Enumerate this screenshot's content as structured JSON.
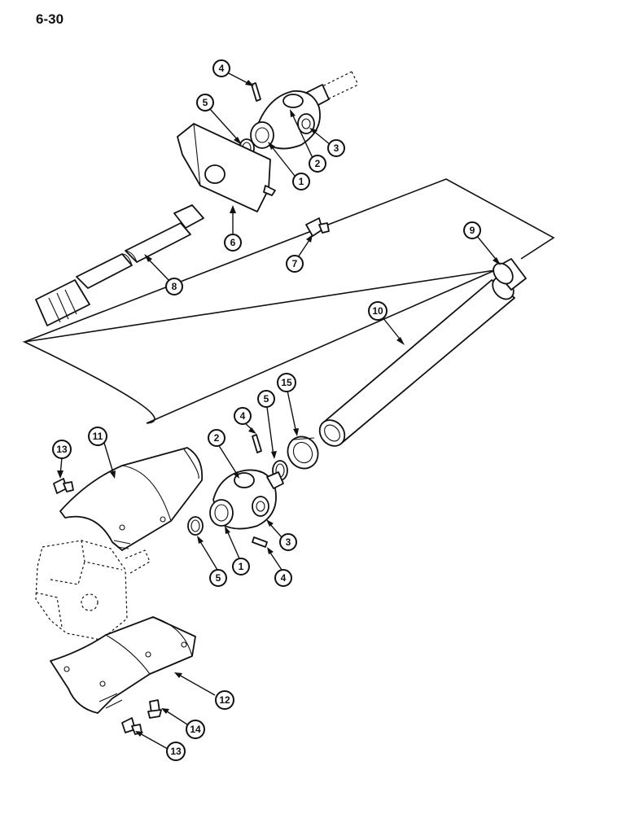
{
  "page_number": "6-30",
  "callouts": [
    {
      "label": "4"
    },
    {
      "label": "5"
    },
    {
      "label": "1"
    },
    {
      "label": "2"
    },
    {
      "label": "3"
    },
    {
      "label": "6"
    },
    {
      "label": "7"
    },
    {
      "label": "8"
    },
    {
      "label": "9"
    },
    {
      "label": "10"
    },
    {
      "label": "15"
    },
    {
      "label": "5"
    },
    {
      "label": "4"
    },
    {
      "label": "2"
    },
    {
      "label": "11"
    },
    {
      "label": "13"
    },
    {
      "label": "3"
    },
    {
      "label": "1"
    },
    {
      "label": "5"
    },
    {
      "label": "4"
    },
    {
      "label": "12"
    },
    {
      "label": "14"
    },
    {
      "label": "13"
    }
  ]
}
